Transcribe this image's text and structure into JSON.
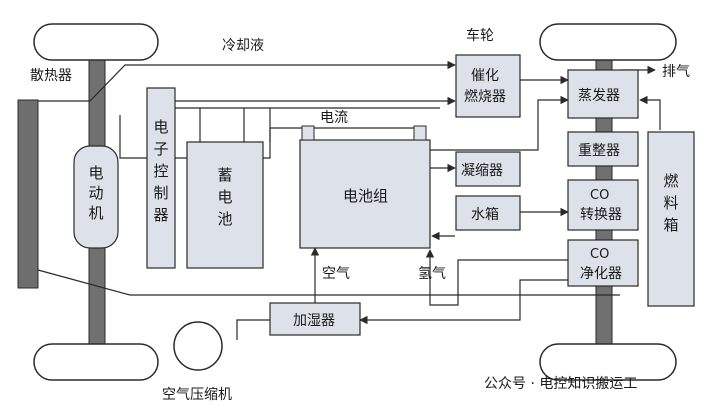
{
  "labels": {
    "radiator": "散热器",
    "coolant": "冷却液",
    "wheel": "车轮",
    "exhaust": "排气",
    "motor": "电动机",
    "controller": "电子控制器",
    "battery": "蓄电池",
    "current": "电流",
    "stack": "电池组",
    "catalytic_burner": "催化燃烧器",
    "condenser": "凝缩器",
    "water_tank": "水箱",
    "evaporator": "蒸发器",
    "reformer": "重整器",
    "co_shift_line1": "CO",
    "co_shift_line2": "转换器",
    "co_purifier_line1": "CO",
    "co_purifier_line2": "净化器",
    "fuel_tank": "燃料箱",
    "humidifier": "加湿器",
    "air": "空气",
    "hydrogen": "氢气",
    "compressor": "空气压缩机"
  },
  "watermark": "公众号 · 电控知识搬运工",
  "colors": {
    "box_fill": "#dde2ea",
    "stroke": "#2a2a2a",
    "axle": "#707070",
    "radiator_fill": "#6e6e6e"
  }
}
